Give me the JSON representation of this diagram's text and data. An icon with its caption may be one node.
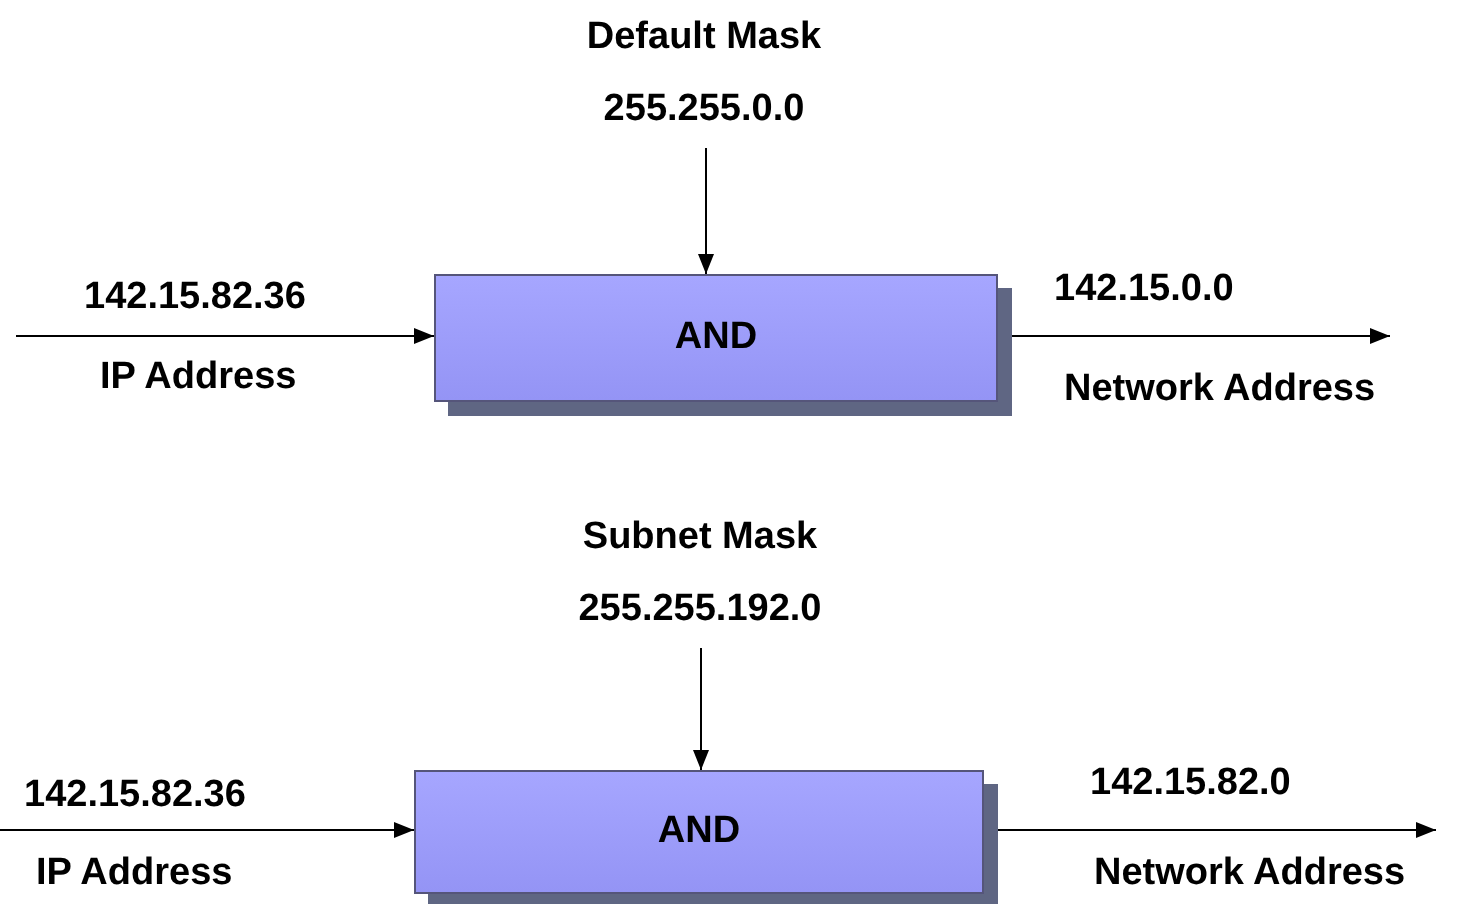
{
  "diagram": {
    "nodes": [
      {
        "text": [
          "Default Mask",
          "255.255.0.0"
        ]
      },
      {
        "text": [
          "AND"
        ]
      },
      {
        "text": [
          "Subnet Mask",
          "255.255.192.0"
        ]
      },
      {
        "text": [
          "AND"
        ]
      }
    ],
    "edges": [
      {
        "from": 0,
        "to": 1,
        "arrow": "to"
      },
      {
        "from": null,
        "to": 1,
        "arrow": "to"
      },
      {
        "from": 1,
        "to": null,
        "arrow": "to"
      },
      {
        "from": 2,
        "to": 3,
        "arrow": "to"
      },
      {
        "from": null,
        "to": 3,
        "arrow": "to"
      },
      {
        "from": 3,
        "to": null,
        "arrow": "to"
      }
    ],
    "labels": [
      "142.15.82.36",
      "IP Address",
      "142.15.0.0",
      "Network Address",
      "142.15.82.36",
      "IP Address",
      "142.15.82.0",
      "Network Address"
    ]
  }
}
